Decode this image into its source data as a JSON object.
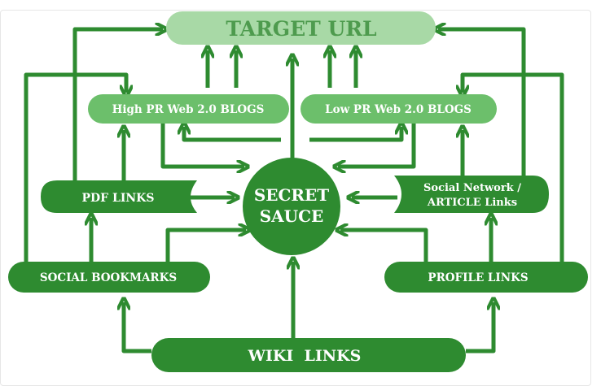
{
  "colors": {
    "dark_green": "#2e8b30",
    "pale_green": "#a8d9a6",
    "light_green": "#6cbf6b",
    "target_text": "#4e9b4e",
    "white": "#ffffff"
  },
  "nodes": {
    "target_url": "TARGET URL",
    "high_pr_blogs": "High PR Web 2.0 BLOGS",
    "low_pr_blogs": "Low PR Web 2.0 BLOGS",
    "pdf_links": "PDF LINKS",
    "secret_sauce_line1": "SECRET",
    "secret_sauce_line2": "SAUCE",
    "social_network_line1": "Social Network /",
    "social_network_line2": "ARTICLE Links",
    "social_bookmarks": "SOCIAL BOOKMARKS",
    "profile_links": "PROFILE LINKS",
    "wiki_links": "WIKI  LINKS"
  }
}
